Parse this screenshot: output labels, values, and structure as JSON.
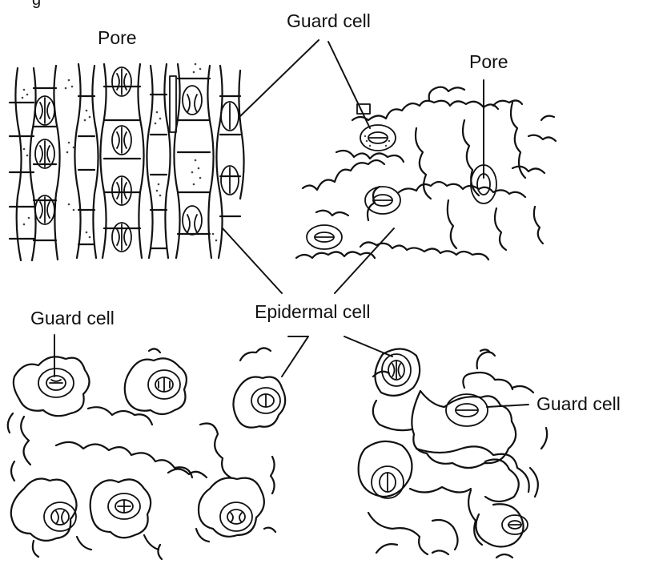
{
  "labels": {
    "top_cut": "g",
    "pore_top_left": "Pore",
    "guard_cell_top": "Guard cell",
    "pore_top_right": "Pore",
    "guard_cell_bottom_left": "Guard cell",
    "epidermal_cell": "Epidermal cell",
    "guard_cell_right": "Guard cell"
  },
  "colors": {
    "ink": "#111111",
    "background": "#ffffff"
  }
}
